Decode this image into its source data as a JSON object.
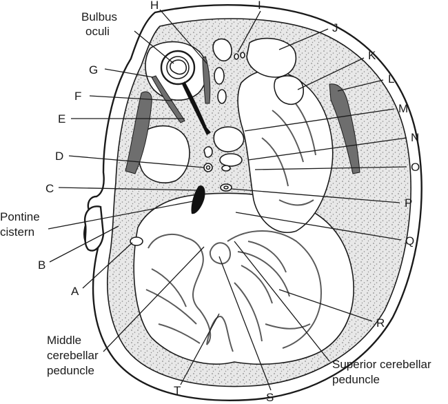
{
  "labels": {
    "A": "A",
    "B": "B",
    "C": "C",
    "D": "D",
    "E": "E",
    "F": "F",
    "G": "G",
    "H": "H",
    "I": "I",
    "J": "J",
    "K": "K",
    "L": "L",
    "M": "M",
    "N": "N",
    "O": "O",
    "P": "P",
    "Q": "Q",
    "R": "R",
    "S": "S",
    "T": "T",
    "bulbus_line1": "Bulbus",
    "bulbus_line2": "oculi",
    "pontine_line1": "Pontine",
    "pontine_line2": "cistern",
    "middle_line1": "Middle",
    "middle_line2": "cerebellar",
    "middle_line3": "peduncle",
    "superior_line1": "Superior cerebellar",
    "superior_line2": "peduncle"
  },
  "colors": {
    "outline": "#1a1a1a",
    "bone_fill": "#e6e6e6",
    "stipple": "#9a9a9a",
    "tissue": "#ffffff",
    "dark_structure": "#6e6e6e",
    "black_structure": "#111111"
  }
}
